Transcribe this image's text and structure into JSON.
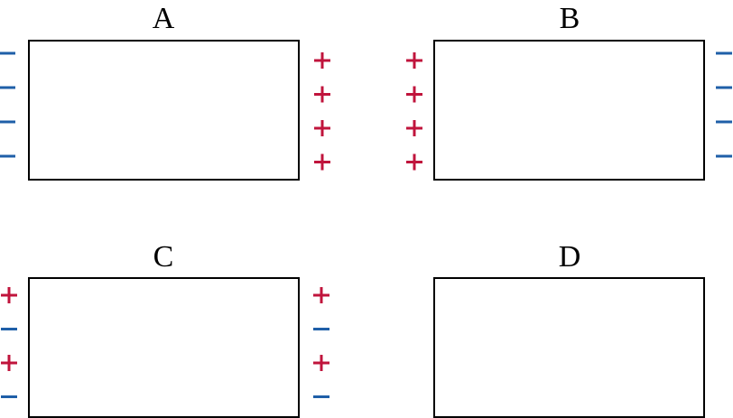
{
  "colors": {
    "positive": "#c0143c",
    "negative": "#1f5fa8",
    "outline": "#000000"
  },
  "panels": [
    {
      "label": "A",
      "left_charges": [
        "-",
        "-",
        "-",
        "-"
      ],
      "right_charges": [
        "+",
        "+",
        "+",
        "+"
      ]
    },
    {
      "label": "B",
      "left_charges": [
        "+",
        "+",
        "+",
        "+"
      ],
      "right_charges": [
        "-",
        "-",
        "-",
        "-"
      ]
    },
    {
      "label": "C",
      "left_charges": [
        "+",
        "-",
        "+",
        "-"
      ],
      "right_charges": [
        "+",
        "-",
        "+",
        "-"
      ]
    },
    {
      "label": "D",
      "left_charges": [],
      "right_charges": []
    }
  ]
}
